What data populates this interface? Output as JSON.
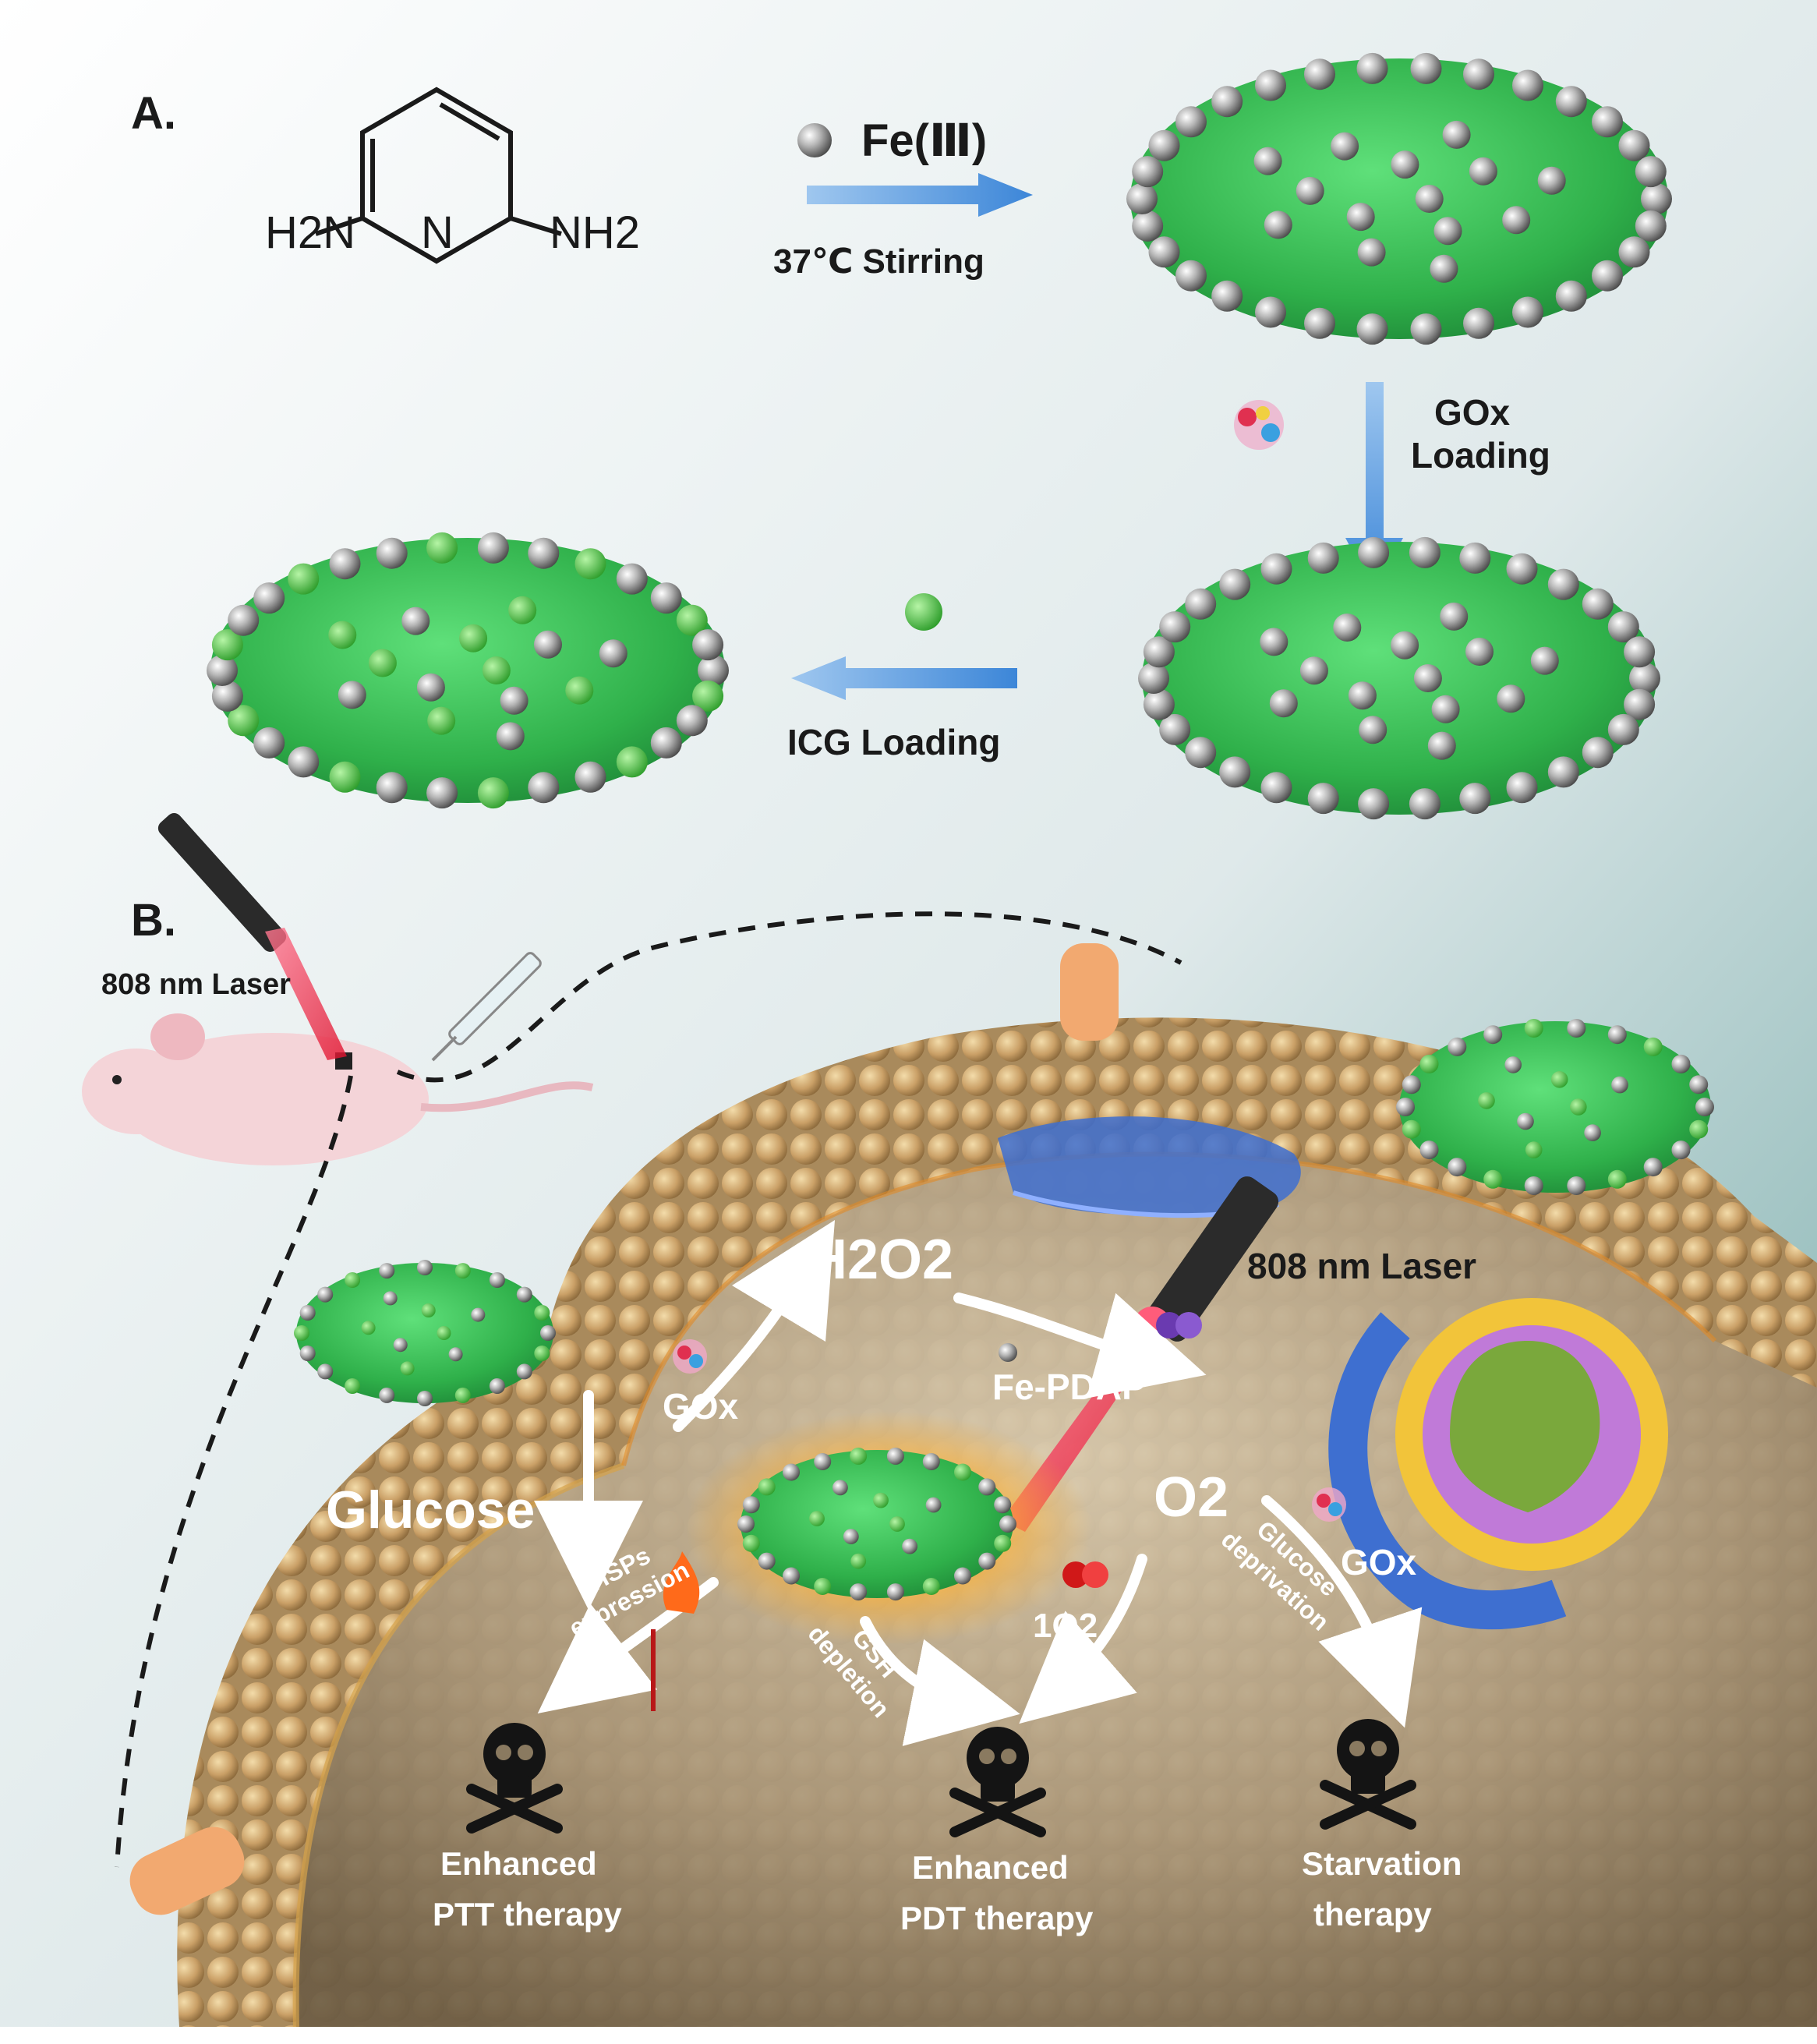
{
  "panelA": {
    "label": "A.",
    "molecule": {
      "left_amine": "H2N",
      "ring_n": "N",
      "right_amine": "NH2"
    },
    "step1": {
      "reagent": "Fe(Ⅲ)",
      "condition": "37℃  Stirring"
    },
    "step2": {
      "line1": "GOx",
      "line2": "Loading"
    },
    "step3": {
      "label": "ICG Loading"
    }
  },
  "panelB": {
    "label": "B.",
    "laser_label": "808 nm Laser",
    "laser_label_inner": "808 nm Laser",
    "h2o2": "H2O2",
    "fe_pdap": "Fe-PDAP",
    "o2": "O2",
    "glucose": "Glucose",
    "gox_left": "GOx",
    "gox_right": "GOx",
    "singlet_o2": "1O2",
    "hsps": {
      "line1": "HSPs",
      "line2": "expression"
    },
    "gsh": {
      "line1": "GSH",
      "line2": "depletion"
    },
    "glucose_dep": {
      "line1": "Glucose",
      "line2": "deprivation"
    },
    "outcomes": [
      {
        "line1": "Enhanced",
        "line2": "PTT therapy"
      },
      {
        "line1": "Enhanced",
        "line2": "PDT therapy"
      },
      {
        "line1": "Starvation",
        "line2": "therapy"
      }
    ]
  },
  "colors": {
    "nanoparticle_green": "#3cc85a",
    "iron_sphere": "#9a9a9a",
    "arrow_blue": "#4a90d9",
    "membrane_tan": "#c9a46a",
    "laser_red": "#ff2a4a"
  }
}
